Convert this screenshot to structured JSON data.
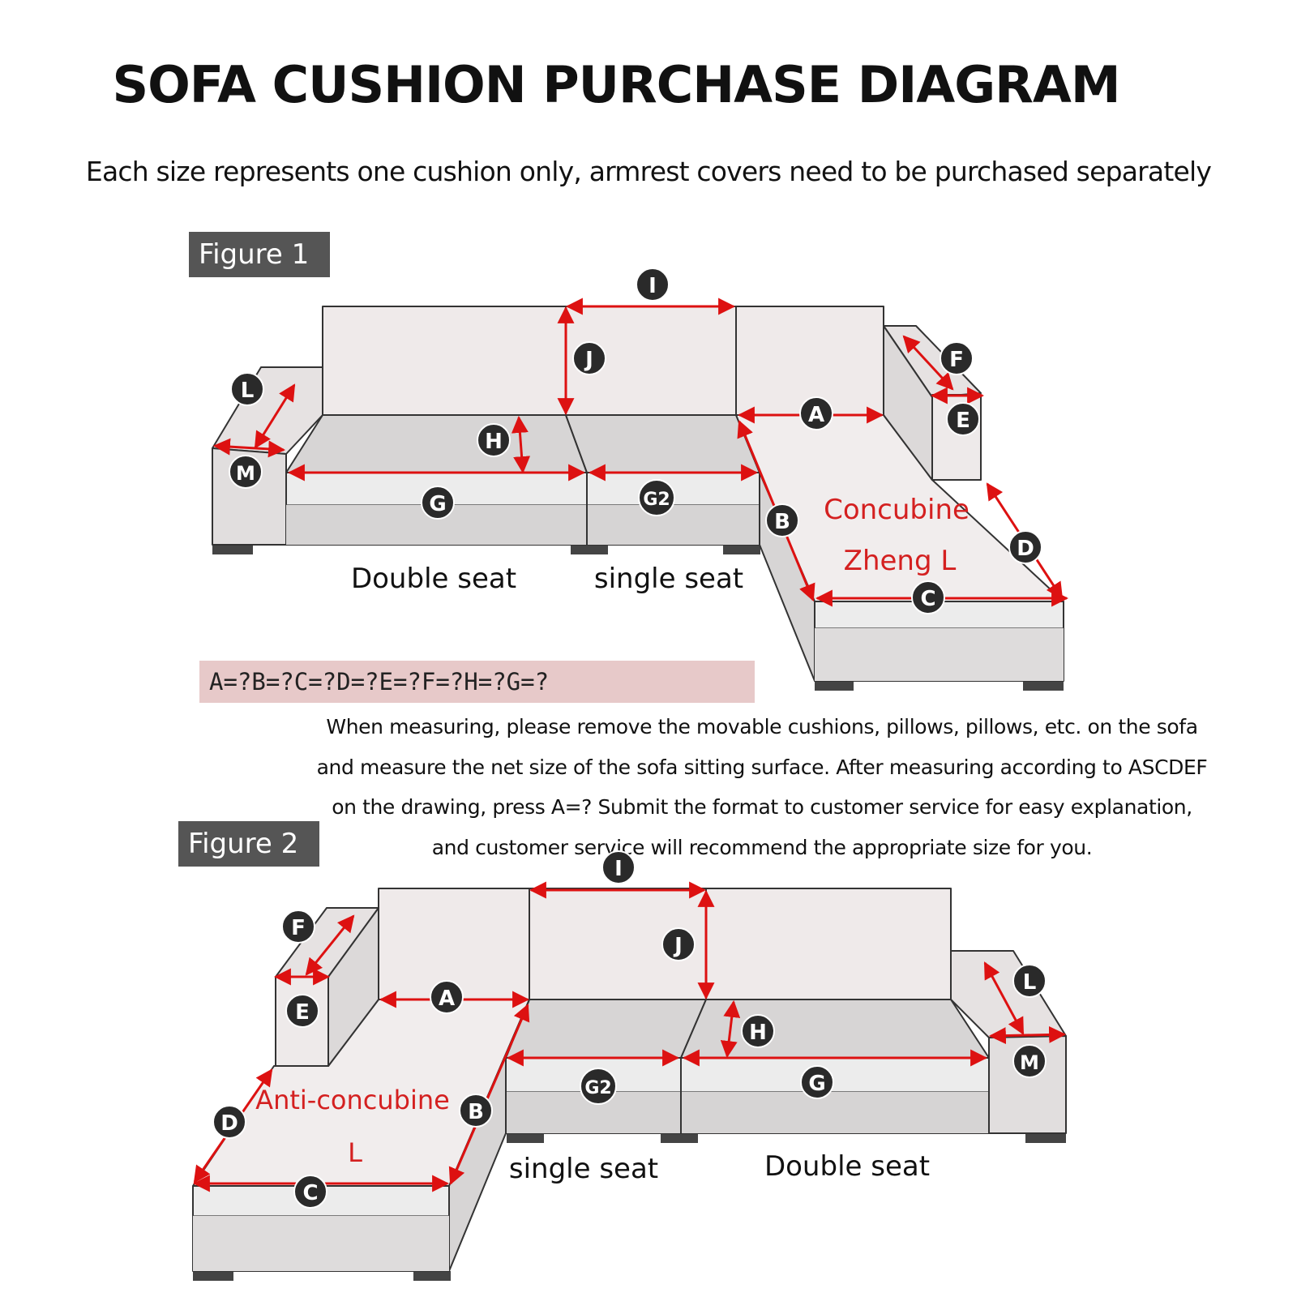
{
  "title": "SOFA CUSHION PURCHASE DIAGRAM",
  "subtitle": "Each size represents one cushion only, armrest covers need to be purchased separately",
  "figure1": {
    "label": "Figure 1",
    "seat_labels": {
      "double": "Double seat",
      "single": "single seat"
    },
    "chaise_label": [
      "Concubine",
      "Zheng L"
    ],
    "markers": {
      "I": "I",
      "J": "J",
      "L": "L",
      "M": "M",
      "H": "H",
      "G": "G",
      "G2": "G2",
      "A": "A",
      "B": "B",
      "C": "C",
      "D": "D",
      "E": "E",
      "F": "F"
    }
  },
  "formula": "A=?B=?C=?D=?E=?F=?H=?G=?",
  "instructions": [
    "When measuring, please remove the movable cushions, pillows, pillows, etc. on the sofa",
    "and measure the net size of the sofa sitting surface. After measuring according to ASCDEF",
    "on the drawing, press A=? Submit the format to customer service for easy explanation,",
    "and customer service will recommend the appropriate size for you."
  ],
  "figure2": {
    "label": "Figure 2",
    "seat_labels": {
      "single": "single seat",
      "double": "Double seat"
    },
    "chaise_label": [
      "Anti-concubine",
      "L"
    ],
    "markers": {
      "I": "I",
      "J": "J",
      "F": "F",
      "E": "E",
      "A": "A",
      "H": "H",
      "L": "L",
      "M": "M",
      "G": "G",
      "G2": "G2",
      "D": "D",
      "B": "B",
      "C": "C"
    }
  },
  "colors": {
    "arrow": "#dd1111",
    "label_red": "#d42020",
    "sofa_fill": "#efeaea",
    "sofa_shade": "#d4d2d2",
    "sofa_stroke": "#333333",
    "marker_fill": "#2a2a2a",
    "label_bg": "#555555",
    "formula_bg": "#e7c9c9"
  }
}
